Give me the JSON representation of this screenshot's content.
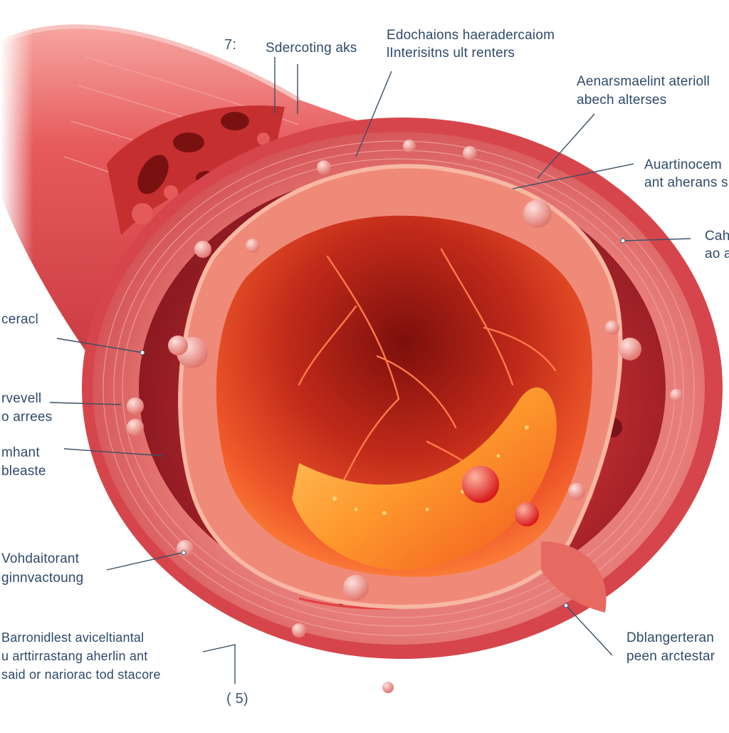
{
  "labels": {
    "num_top": "7:",
    "top_left": "Sdercoting aks",
    "top_center_1": "Edochaions haeradercaiom",
    "top_center_2": "lInterisitns ult renters",
    "right_1_1": "Aenarsmaelint aterioll",
    "right_1_2": "abech alterses",
    "right_2_1": "Auartinocem",
    "right_2_2": "ant aherans s",
    "right_3_1": "Cah",
    "right_3_2": "ao a",
    "left_1": "ceracl",
    "left_2_1": "rvevell",
    "left_2_2": "o arrees",
    "left_3_1": "mhant",
    "left_3_2": "bleaste",
    "left_4_1": "Vohdaitorant",
    "left_4_2": "ginnvactoung",
    "bottom_left_1": "Barronidlest aviceltiantal",
    "bottom_left_2": "u arttirrastang aherlin ant",
    "bottom_left_3": "said or nariorac tod stacore",
    "bottom_right_1": "Dblangerteran",
    "bottom_right_2": "peen arctestar",
    "num_bottom": "( 5)"
  },
  "colors": {
    "label_text": "#2f4a6b",
    "leader_line": "#3a4f66",
    "artery_outer": "#e0484e",
    "artery_wall": "#e88a86",
    "lumen": "#c62a1c",
    "plaque": "#ff8a24"
  }
}
